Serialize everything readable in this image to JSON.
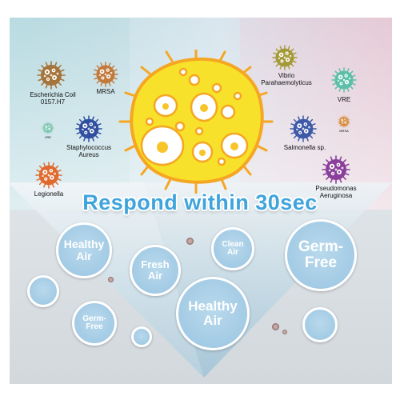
{
  "headline": "Respond within 30sec",
  "colors": {
    "headline": "#3fa4dc",
    "bubble": "#a6cde6",
    "virus_yellow": "#f7e12a",
    "virus_orange": "#f5a623"
  },
  "germs": [
    {
      "label": "Escherichia Coil\n0157.H7",
      "color": "#a5743a",
      "icon": "escherichia-coli-germ-icon"
    },
    {
      "label": "MRSA",
      "color": "#c27a3c",
      "icon": "mrsa-germ-icon"
    },
    {
      "label": "Vibrio\nParahaemolyticus",
      "color": "#a59a3a",
      "icon": "vibrio-germ-icon"
    },
    {
      "label": "VRE",
      "color": "#5cc0a8",
      "icon": "vre-germ-icon"
    },
    {
      "label": "VRE",
      "color": "#7bc4b0",
      "icon": "vre-small-germ-icon"
    },
    {
      "label": "Staphylococcus\nAureus",
      "color": "#2f4fa0",
      "icon": "staphylococcus-germ-icon"
    },
    {
      "label": "Salmonella sp.",
      "color": "#3d59a8",
      "icon": "salmonella-germ-icon"
    },
    {
      "label": "MRSA",
      "color": "#d48a3a",
      "icon": "mrsa-small-germ-icon"
    },
    {
      "label": "Legionella",
      "color": "#e06a2e",
      "icon": "legionella-germ-icon"
    },
    {
      "label": "Pseudomonas\nAeruginosa",
      "color": "#8a3f9a",
      "icon": "pseudomonas-germ-icon"
    }
  ],
  "bubbles": [
    {
      "text": "Healthy\nAir"
    },
    {
      "text": "Fresh\nAir"
    },
    {
      "text": "Clean\nAir"
    },
    {
      "text": "Germ-\nFree"
    },
    {
      "text": "Healthy\nAir"
    },
    {
      "text": "Germ-\nFree"
    }
  ]
}
